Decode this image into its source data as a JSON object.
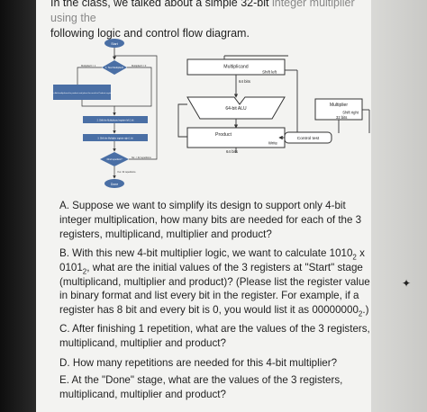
{
  "intro": {
    "line1_visible": "In the class, we talked about a simple 32-bit integer multiplier using the",
    "line1_start": "In the class, we talked about a simple 32-bit ",
    "line1_end": "integer multiplier using the",
    "line2": "following logic and control flow diagram."
  },
  "flowchart": {
    "start": "Start",
    "test_decision": "1. Test Multiplier0",
    "branch_left": "Multiplier0 = 1",
    "branch_right": "Multiplier0 = 0",
    "step1a": "1a. Add multiplicand to product and place the result in Product register",
    "step2": "2. Shift the Multiplicand register left 1 bit",
    "step3": "3. Shift the Multiplier register right 1 bit",
    "repeat_decision": "32nd repetition?",
    "branch_no": "No: < 32 repetitions",
    "branch_yes": "Yes: 32 repetitions",
    "done": "Done"
  },
  "hardware": {
    "multiplicand": "Multiplicand",
    "shift_left": "Shift left",
    "bits_64_top": "64 bits",
    "alu": "64-bit ALU",
    "multiplier": "Multiplier",
    "shift_right": "Shift right",
    "bits_32": "32 bits",
    "product": "Product",
    "write": "Write",
    "control": "Control test",
    "bits_64_bottom": "64 bits"
  },
  "questions": {
    "a": "A. Suppose we want to simplify its design to support only 4-bit integer multiplication, how many bits are needed for each of the 3 registers, multiplicand, multiplier and product?",
    "b_pre": "B. With this new 4-bit multiplier logic, we want to calculate 1010",
    "b_sub1": "2",
    "b_x": " x 0101",
    "b_sub2": "2",
    "b_post": ", what are the initial values of the 3 registers at \"Start\" stage (multiplicand, multiplier and product)? (Please list the register value in binary format and list every bit in the register. For example, if a register has 8 bit and every bit is 0, you would list it as 00000000",
    "b_sub3": "2",
    "b_end": ".)",
    "c": "C. After finishing 1 repetition, what are the values of the 3 registers, multiplicand, multiplier and product?",
    "d": "D. How many repetitions are needed for this 4-bit multiplier?",
    "e": "E. At the \"Done\" stage, what are the values of the 3 registers, multiplicand, multiplier and product?"
  }
}
